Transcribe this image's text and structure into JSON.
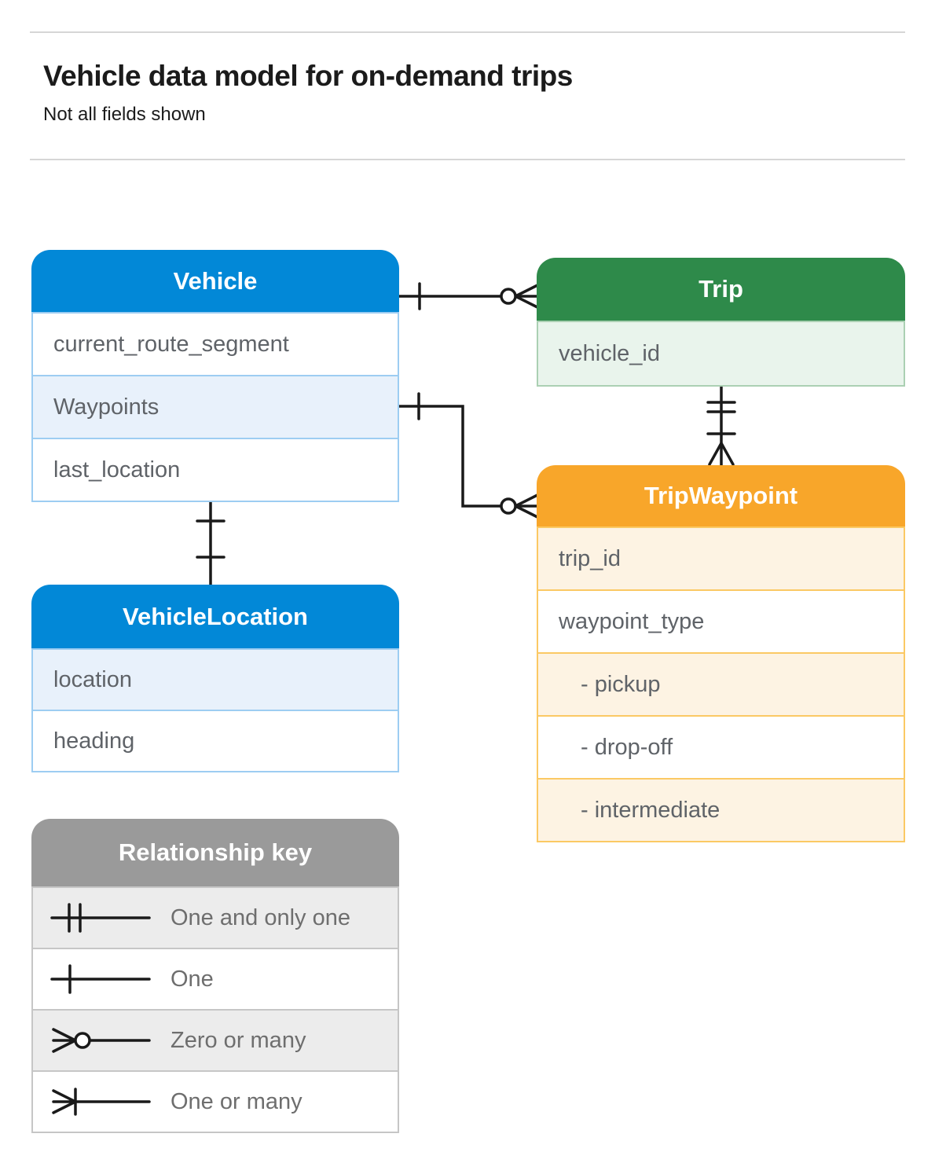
{
  "page": {
    "title": "Vehicle data model for on-demand trips",
    "subtitle": "Not all fields shown"
  },
  "entities": {
    "vehicle": {
      "title": "Vehicle",
      "fields": [
        "current_route_segment",
        "Waypoints",
        "last_location"
      ]
    },
    "trip": {
      "title": "Trip",
      "fields": [
        "vehicle_id"
      ]
    },
    "tripWaypoint": {
      "title": "TripWaypoint",
      "fields": [
        "trip_id",
        "waypoint_type",
        "-  pickup",
        "-  drop-off",
        "-  intermediate"
      ]
    },
    "vehicleLocation": {
      "title": "VehicleLocation",
      "fields": [
        "location",
        "heading"
      ]
    }
  },
  "relationships": [
    {
      "from": "Vehicle",
      "to": "Trip",
      "from_cardinality": "one",
      "to_cardinality": "zero-or-many"
    },
    {
      "from": "Vehicle.Waypoints",
      "to": "TripWaypoint",
      "from_cardinality": "one",
      "to_cardinality": "zero-or-many"
    },
    {
      "from": "Trip",
      "to": "TripWaypoint",
      "from_cardinality": "one-and-only-one",
      "to_cardinality": "one-or-many"
    },
    {
      "from": "Vehicle",
      "to": "VehicleLocation",
      "from_cardinality": "one",
      "to_cardinality": "one"
    }
  ],
  "legend": {
    "title": "Relationship key",
    "items": [
      {
        "symbol": "one-and-only-one",
        "label": "One and only one"
      },
      {
        "symbol": "one",
        "label": "One"
      },
      {
        "symbol": "zero-or-many",
        "label": "Zero or many"
      },
      {
        "symbol": "one-or-many",
        "label": "One or many"
      }
    ]
  },
  "colors": {
    "blue": "#0288d7",
    "blue_light": "#e8f1fb",
    "blue_border": "#9dcdf2",
    "green": "#2e8a4a",
    "green_light": "#e9f4ec",
    "green_border": "#abd0b3",
    "orange": "#f8a62a",
    "orange_light": "#fdf3e3",
    "orange_border": "#fbc964",
    "gray": "#9a9a9a",
    "gray_light": "#ececec",
    "field_text": "#5f6368",
    "connector": "#1a1a1a"
  }
}
